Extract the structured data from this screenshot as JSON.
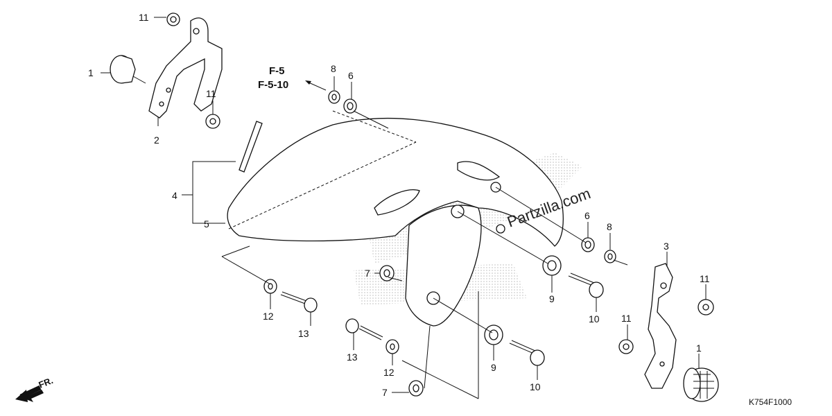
{
  "diagram": {
    "drawing_code": "K754F1000",
    "watermark": "Partzilla.com",
    "front_indicator": "FR.",
    "references": [
      "F-5",
      "F-5-10"
    ],
    "callouts": {
      "c1a": "1",
      "c1b": "1",
      "c2": "2",
      "c3": "3",
      "c4": "4",
      "c5": "5",
      "c6a": "6",
      "c6b": "6",
      "c7a": "7",
      "c7b": "7",
      "c8a": "8",
      "c8b": "8",
      "c9a": "9",
      "c9b": "9",
      "c10a": "10",
      "c10b": "10",
      "c11a": "11",
      "c11b": "11",
      "c11c": "11",
      "c11d": "11",
      "c12a": "12",
      "c12b": "12",
      "c13a": "13",
      "c13b": "13"
    }
  }
}
